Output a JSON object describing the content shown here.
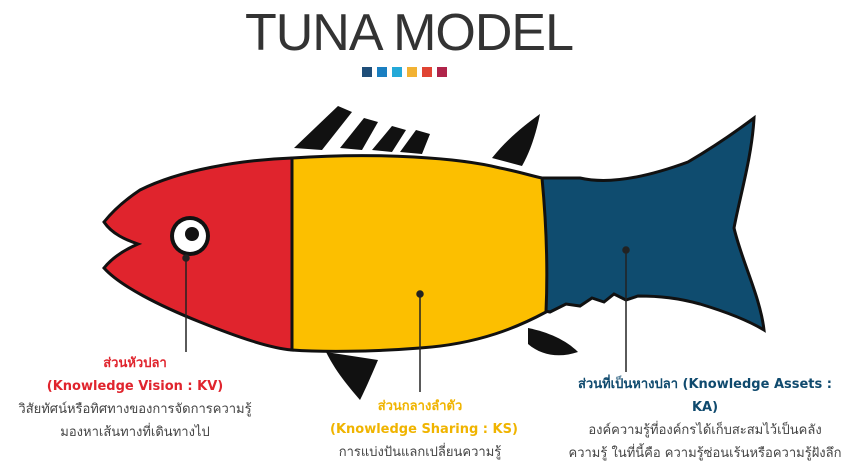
{
  "title": "TUNA MODEL",
  "swatch_colors": [
    "#1f4e79",
    "#1a7fc1",
    "#24a9d8",
    "#f2b233",
    "#e04433",
    "#b0244a"
  ],
  "colors": {
    "head": "#e0242d",
    "body": "#fcbf00",
    "tail": "#0f4c6f",
    "outline": "#111111"
  },
  "sections": {
    "head": {
      "name": "ส่วนหัวปลา",
      "code": "(Knowledge Vision : KV)",
      "desc1": "วิสัยทัศน์หรือทิศทางของการจัดการความรู้",
      "desc2": "มองหาเส้นทางที่เดินทางไป"
    },
    "body": {
      "name": "ส่วนกลางลำตัว",
      "code": "(Knowledge Sharing : KS)",
      "desc1": "การแบ่งปันแลกเปลี่ยนความรู้"
    },
    "tail": {
      "name_code": "ส่วนที่เป็นหางปลา (Knowledge Assets :",
      "code_end": "KA)",
      "desc1": "องค์ความรู้ที่องค์กรได้เก็บสะสมไว้เป็นคลัง",
      "desc2": "ความรู้ ในที่นี้คือ ความรู้ซ่อนเร้นหรือความรู้ฝังลึก"
    }
  }
}
